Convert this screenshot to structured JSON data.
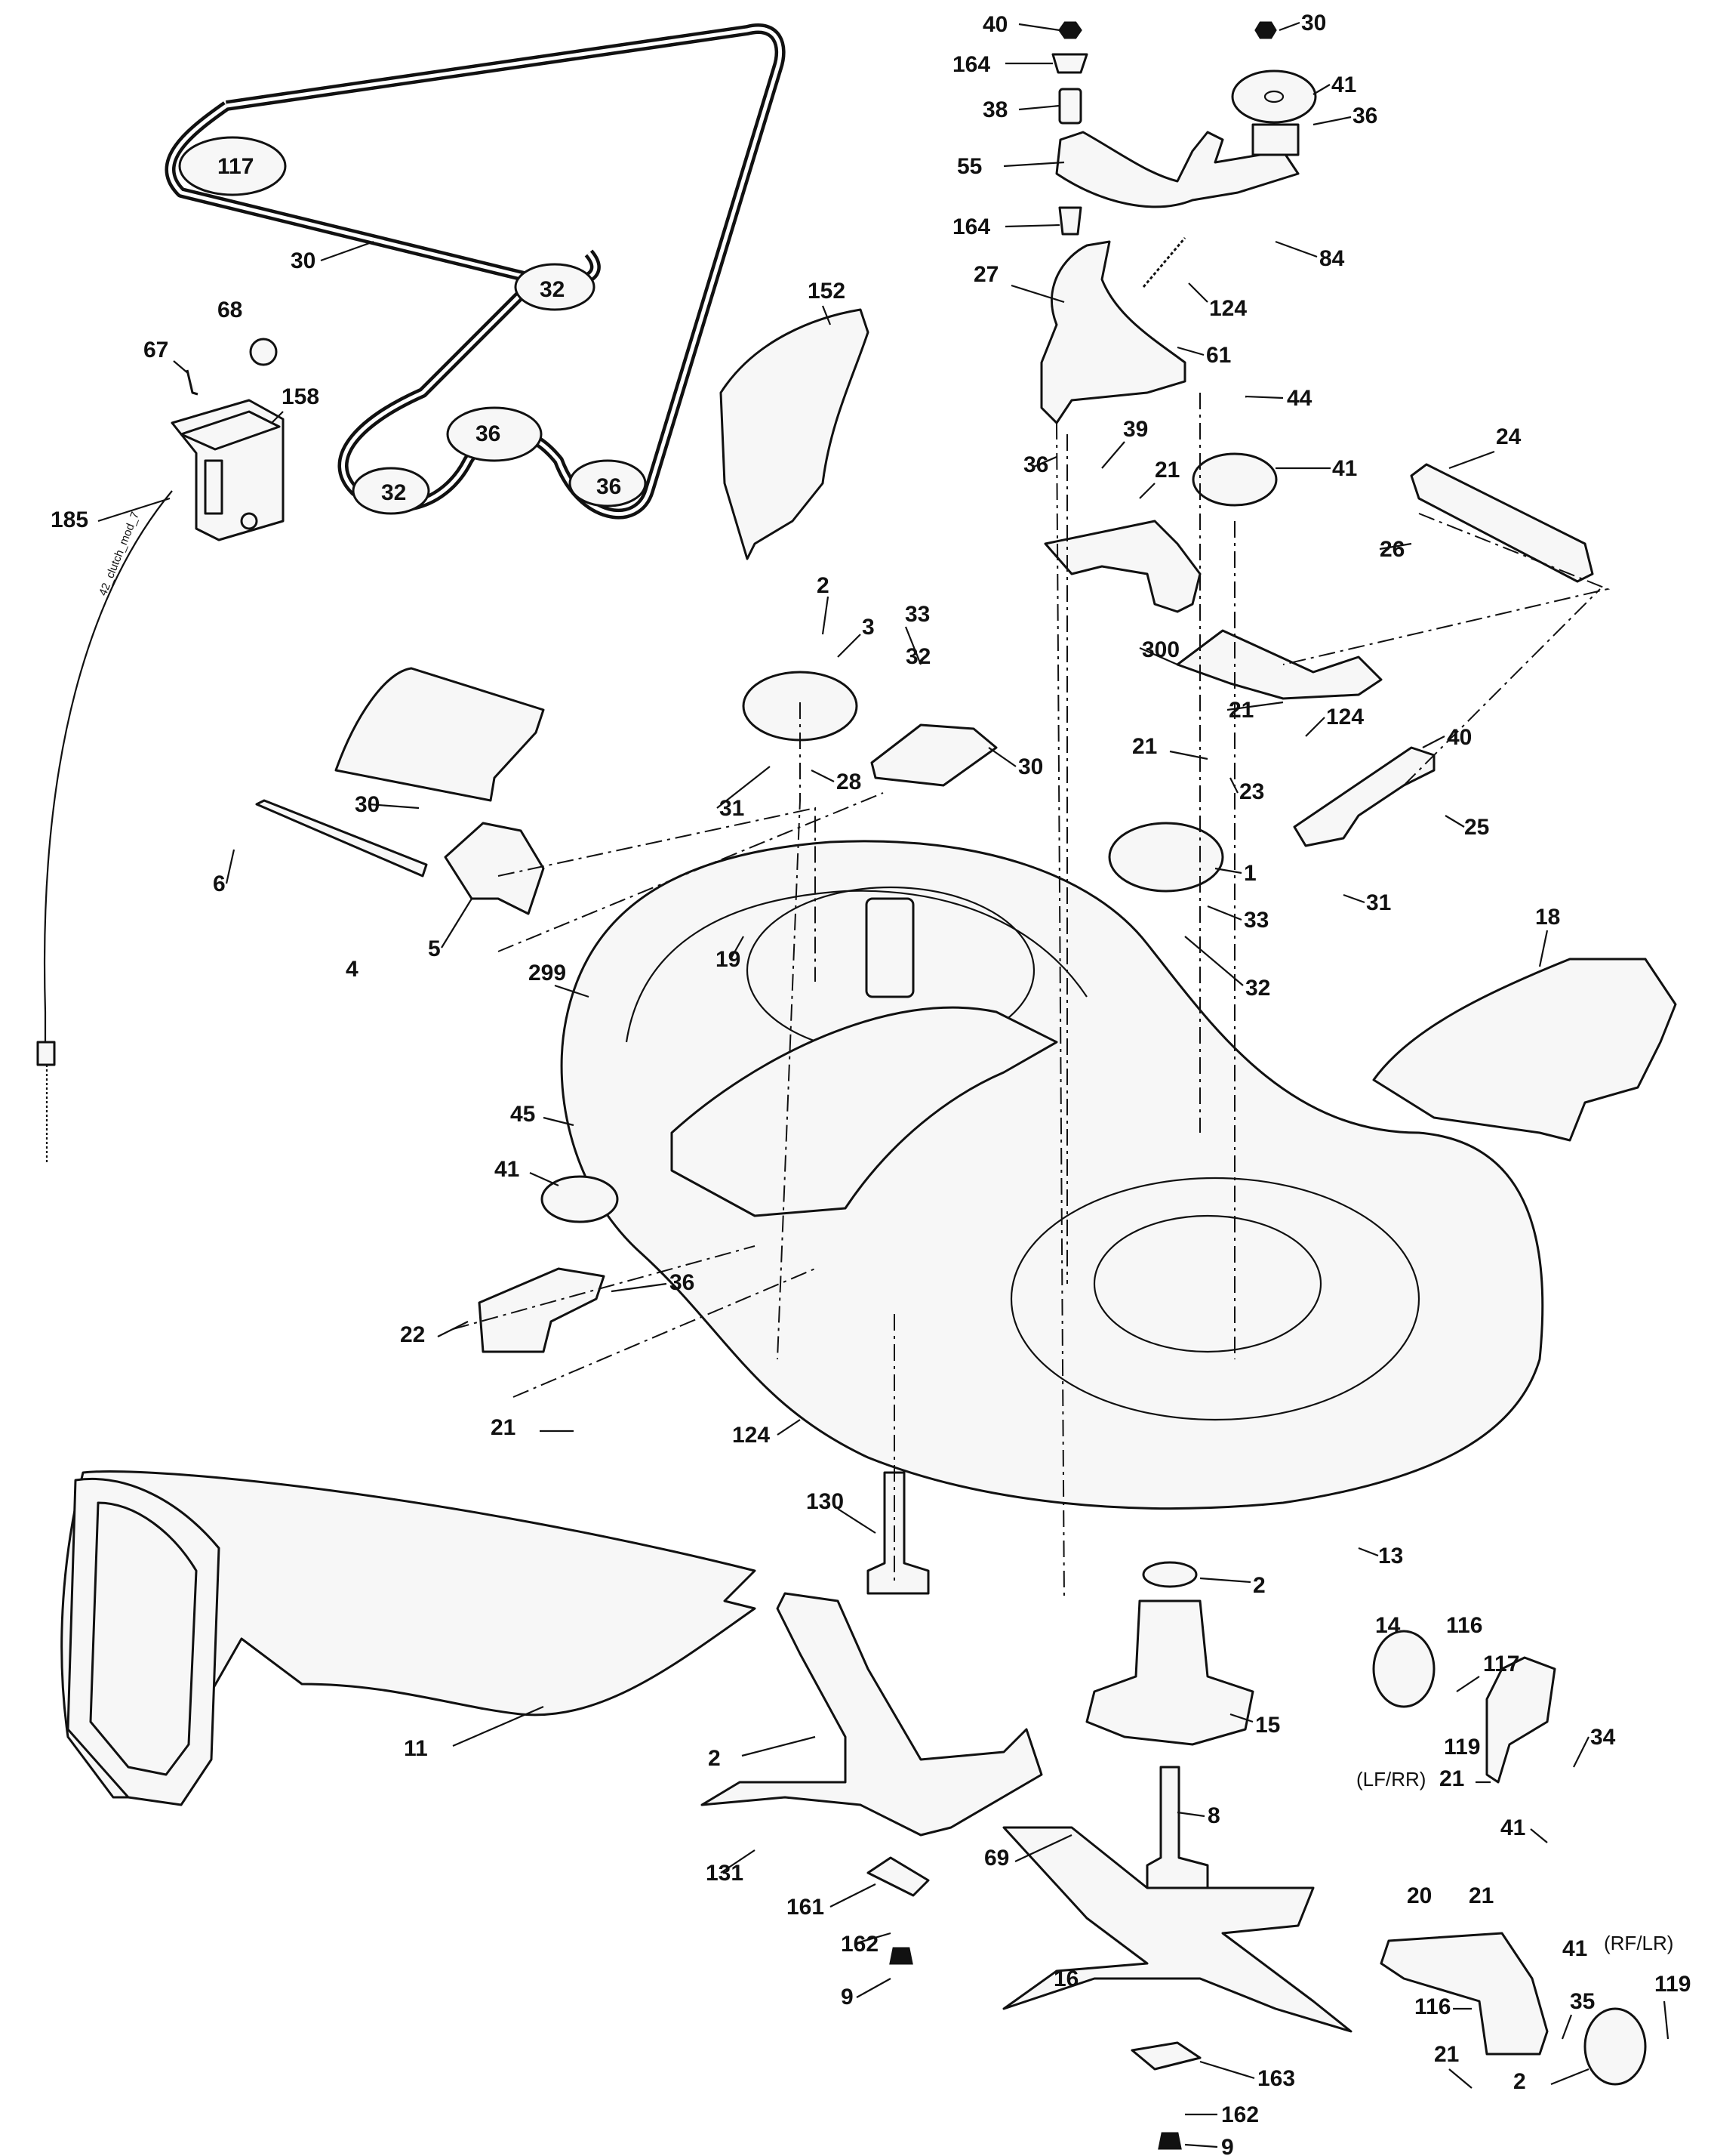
{
  "cable_label": "42_clutch_mod_7",
  "variant_notes": {
    "lf_rr": "(LF/RR)",
    "rf_lr": "(RF/LR)"
  },
  "callouts": [
    "40",
    "164",
    "38",
    "55",
    "164",
    "27",
    "30",
    "41",
    "36",
    "84",
    "124",
    "61",
    "30",
    "68",
    "67",
    "158",
    "185",
    "152",
    "44",
    "41",
    "36",
    "39",
    "21",
    "24",
    "26",
    "2",
    "3",
    "33",
    "32",
    "30",
    "28",
    "31",
    "300",
    "21",
    "23",
    "124",
    "40",
    "25",
    "21",
    "30",
    "6",
    "5",
    "4",
    "19",
    "299",
    "1",
    "33",
    "32",
    "31",
    "18",
    "45",
    "41",
    "36",
    "22",
    "21",
    "124",
    "130",
    "13",
    "2",
    "15",
    "14",
    "116",
    "117",
    "119",
    "21",
    "34",
    "41",
    "2",
    "11",
    "131",
    "161",
    "162",
    "9",
    "8",
    "69",
    "16",
    "163",
    "162",
    "9",
    "20",
    "21",
    "41",
    "35",
    "119",
    "116",
    "21",
    "2",
    "117",
    "32",
    "36",
    "32",
    "36",
    "36"
  ]
}
